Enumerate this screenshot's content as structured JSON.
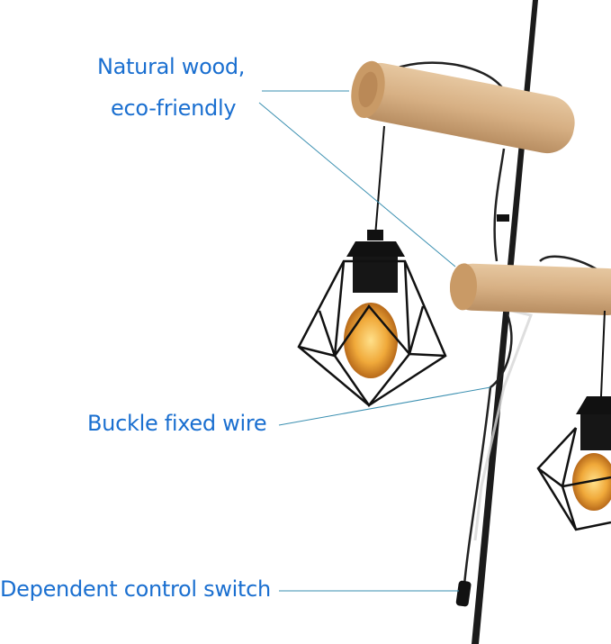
{
  "callouts": {
    "wood_line1": "Natural wood,",
    "wood_line2": "eco-friendly",
    "wire": "Buckle fixed wire",
    "switch": "Dependent control switch"
  },
  "colors": {
    "label_text": "#1a6fd0",
    "leader_line": "#3a8fb0",
    "wood": "#d9b48a",
    "metal": "#1b1b1b",
    "bulb_glow": "#f3b341"
  }
}
